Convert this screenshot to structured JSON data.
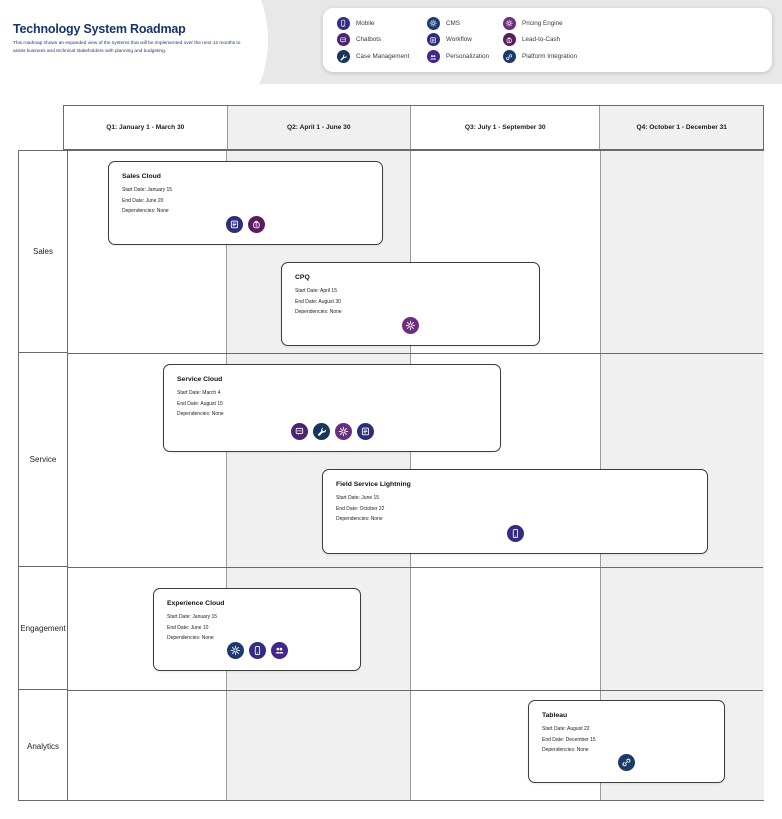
{
  "header": {
    "title": "Technology System Roadmap",
    "subtitle": "This roadmap shows an expanded view of the systems that will be implemented over the next 12 months to assist business and technical stakeholders with planning and budgeting."
  },
  "colors": {
    "title_text": "#17356b",
    "shaded_column": "#f0f0f0",
    "grid_border": "#6a6a6a",
    "blob_gray": "#e8e8e8",
    "card_border": "#3c3c3c"
  },
  "icons": {
    "mobile": {
      "label": "Mobile",
      "color": "#332c85"
    },
    "cms": {
      "label": "CMS",
      "color": "#1e3a70"
    },
    "pricing_engine": {
      "label": "Pricing Engine",
      "color": "#6b2d7d"
    },
    "chatbots": {
      "label": "Chatbots",
      "color": "#4b2472"
    },
    "workflow": {
      "label": "Workflow",
      "color": "#2e2d7d"
    },
    "lead_to_cash": {
      "label": "Lead-to-Cash",
      "color": "#5c1b5e"
    },
    "case_management": {
      "label": "Case Management",
      "color": "#16355f"
    },
    "personalization": {
      "label": "Personalization",
      "color": "#44258a"
    },
    "platform_integration": {
      "label": "Platform Integration",
      "color": "#1b3a6b"
    }
  },
  "field_labels": {
    "start": "Start Date:",
    "end": "End Date:",
    "dependencies": "Dependencies:"
  },
  "timeline": {
    "quarters": [
      {
        "label": "Q1: January 1  - March 30"
      },
      {
        "label": "Q2: April 1 - June 30"
      },
      {
        "label": "Q3: July 1 - September 30"
      },
      {
        "label": "Q4: October 1 - December 31"
      }
    ]
  },
  "rows": [
    {
      "label": "Sales"
    },
    {
      "label": "Service"
    },
    {
      "label": "Engagement"
    },
    {
      "label": "Analytics"
    }
  ],
  "cards": [
    {
      "title": "Sales Cloud",
      "start": "January 15",
      "end": "June 20",
      "dependencies": "None",
      "icons": [
        "workflow",
        "lead_to_cash"
      ]
    },
    {
      "title": "CPQ",
      "start": "April 15",
      "end": "August 30",
      "dependencies": "None",
      "icons": [
        "pricing_engine"
      ]
    },
    {
      "title": "Service Cloud",
      "start": "March 4",
      "end": "August 15",
      "dependencies": "None",
      "icons": [
        "chatbots",
        "case_management",
        "pricing_engine",
        "workflow"
      ]
    },
    {
      "title": "Field Service Lightning",
      "start": "June 15",
      "end": "October 22",
      "dependencies": "None",
      "icons": [
        "mobile"
      ]
    },
    {
      "title": "Experience Cloud",
      "start": "January 15",
      "end": "June 10",
      "dependencies": "None",
      "icons": [
        "cms",
        "mobile",
        "personalization"
      ]
    },
    {
      "title": "Tableau",
      "start": "August 22",
      "end": "December 15",
      "dependencies": "None",
      "icons": [
        "platform_integration"
      ]
    }
  ]
}
